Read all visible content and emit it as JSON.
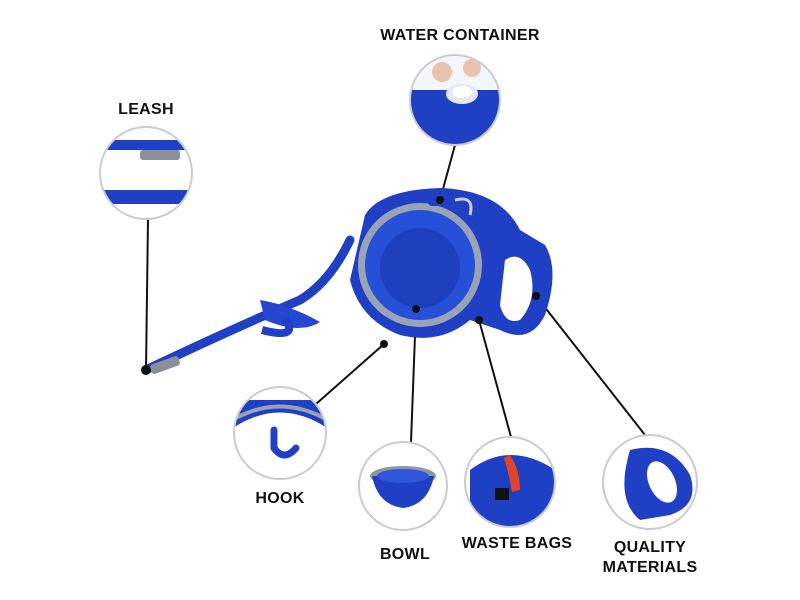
{
  "labels": {
    "water_container": "WATER CONTAINER",
    "leash": "LEASH",
    "hook": "HOOK",
    "bowl": "BOWL",
    "waste_bags": "WASTE BAGS",
    "quality_line1": "QUALITY",
    "quality_line2": "MATERIALS"
  },
  "colors": {
    "product_blue": "#1f3fc4",
    "product_dark": "#13298a",
    "gray_rim": "#9aa3b5",
    "callout_ring": "#c9ccd3",
    "leader_line": "#111111",
    "bag_red": "#e0452c"
  }
}
